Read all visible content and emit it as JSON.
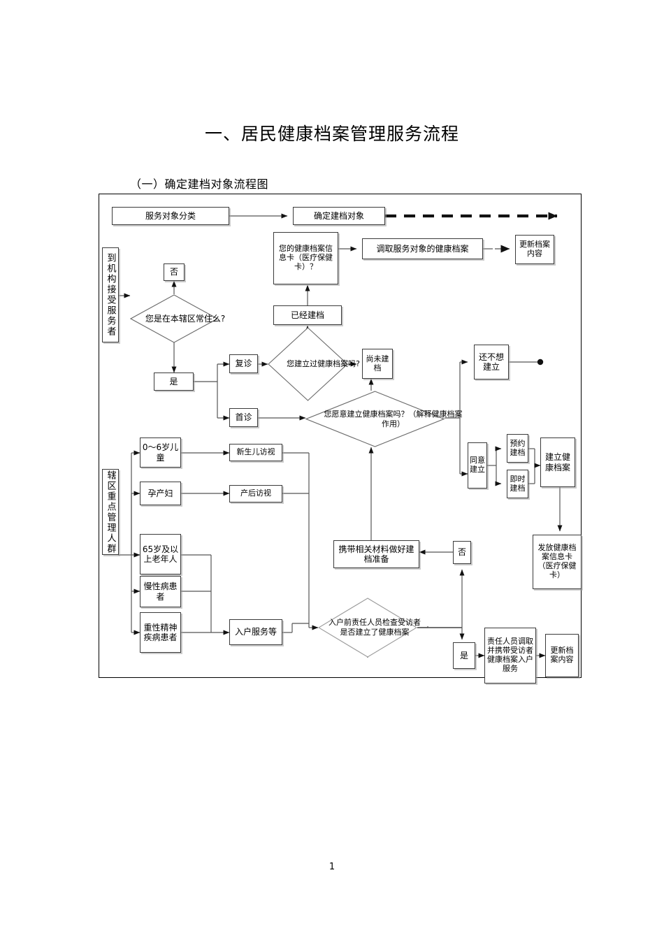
{
  "document": {
    "title": "一、居民健康档案管理服务流程",
    "section_heading": "（一）确定建档对象流程图",
    "page_number": "1"
  },
  "flowchart": {
    "nodes": {
      "service_object_classification": "服务对象分类",
      "determine_filing_object": "确定建档对象",
      "institution_service_receiver": "到机构接受服务者",
      "key_management_population": "辖区重点管理人群",
      "no_top": "否",
      "yes_left": "是",
      "reside_question": "您是在本辖区常住么?",
      "revisit": "复诊",
      "first_visit": "首诊",
      "filed_question": "您建立过健康档案吗?",
      "already_filed": "已经建档",
      "health_card_question": "您的健康档案信息卡（医疗保健卡）？",
      "retrieve_record": "调取服务对象的健康档案",
      "update_record_top": "更新档案内容",
      "not_yet_filed": "尚未建档",
      "willing_question": "您愿意建立健康档案吗？（解释健康档案作用）",
      "not_want_yet": "还不想建立",
      "agree_to_establish": "同意建立",
      "appointment_filing": "预约建档",
      "immediate_filing": "即时建档",
      "establish_record": "建立健康档案",
      "issue_card": "发放健康档案信息卡（医疗保健卡）",
      "children_0_6": "0～6岁儿童",
      "pregnant_women": "孕产妇",
      "elderly_65": "65岁及以上老年人",
      "chronic_patients": "慢性病患者",
      "severe_mental_patients": "重性精神疾病患者",
      "newborn_visit": "新生儿访视",
      "postpartum_visit": "产后访视",
      "home_service": "入户服务等",
      "bring_materials": "携带相关材料做好建档准备",
      "no_mid": "否",
      "home_check_question": "入户前责任人员检查受访者是否建立了健康档案",
      "yes_bottom": "是",
      "staff_carry_record": "责任人员调取并携带受访者健康档案入户服务",
      "update_record_bottom": "更新档案内容"
    },
    "colors": {
      "line": "#555555",
      "border": "#3a3a3a",
      "frame": "#000000",
      "background": "#ffffff"
    }
  }
}
